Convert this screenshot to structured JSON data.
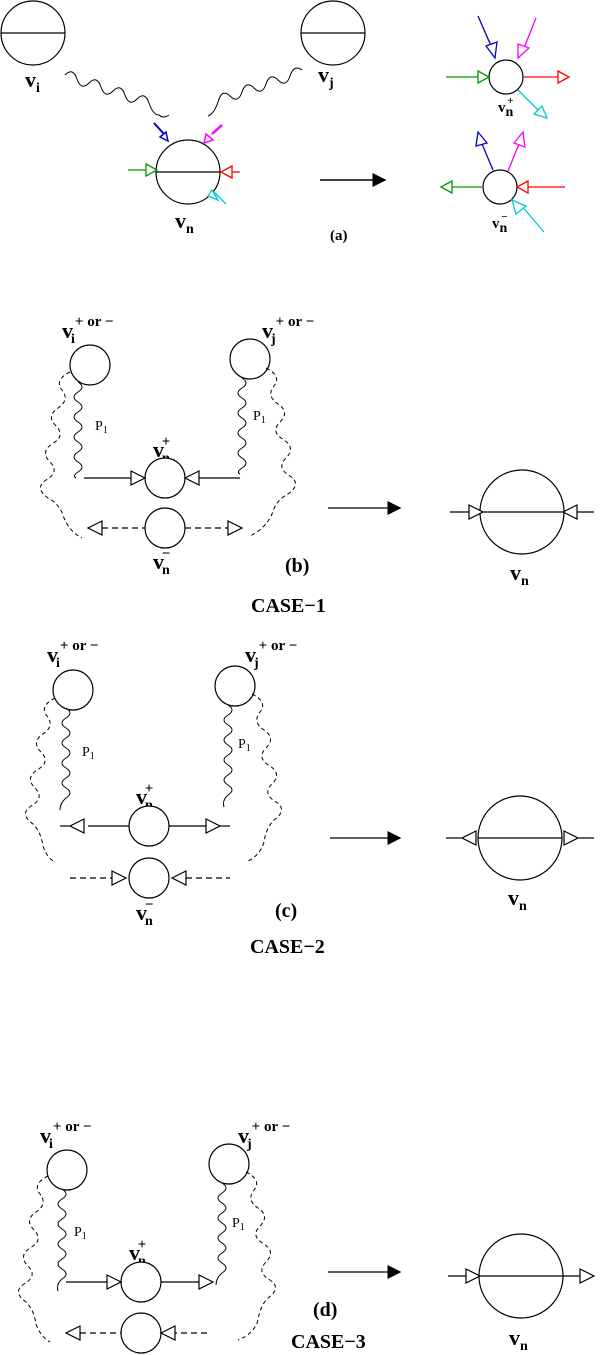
{
  "labels": {
    "vi": "v",
    "vi_sub": "i",
    "vj": "v",
    "vj_sub": "j",
    "vn": "v",
    "vn_sub": "n",
    "plus": "+",
    "minus": "−",
    "or_minus": "+ or −",
    "p1": "P",
    "p1_sub": "1"
  },
  "panels": {
    "a": "(a)",
    "b": "(b)",
    "c": "(c)",
    "d": "(d)"
  },
  "cases": {
    "b": "CASE−1",
    "c": "CASE−2",
    "d": "CASE−3"
  },
  "colors": {
    "blue": "#0000cc",
    "magenta": "#ff00ff",
    "green": "#009900",
    "red": "#ff0000",
    "cyan": "#00cccc",
    "black": "#000000"
  }
}
